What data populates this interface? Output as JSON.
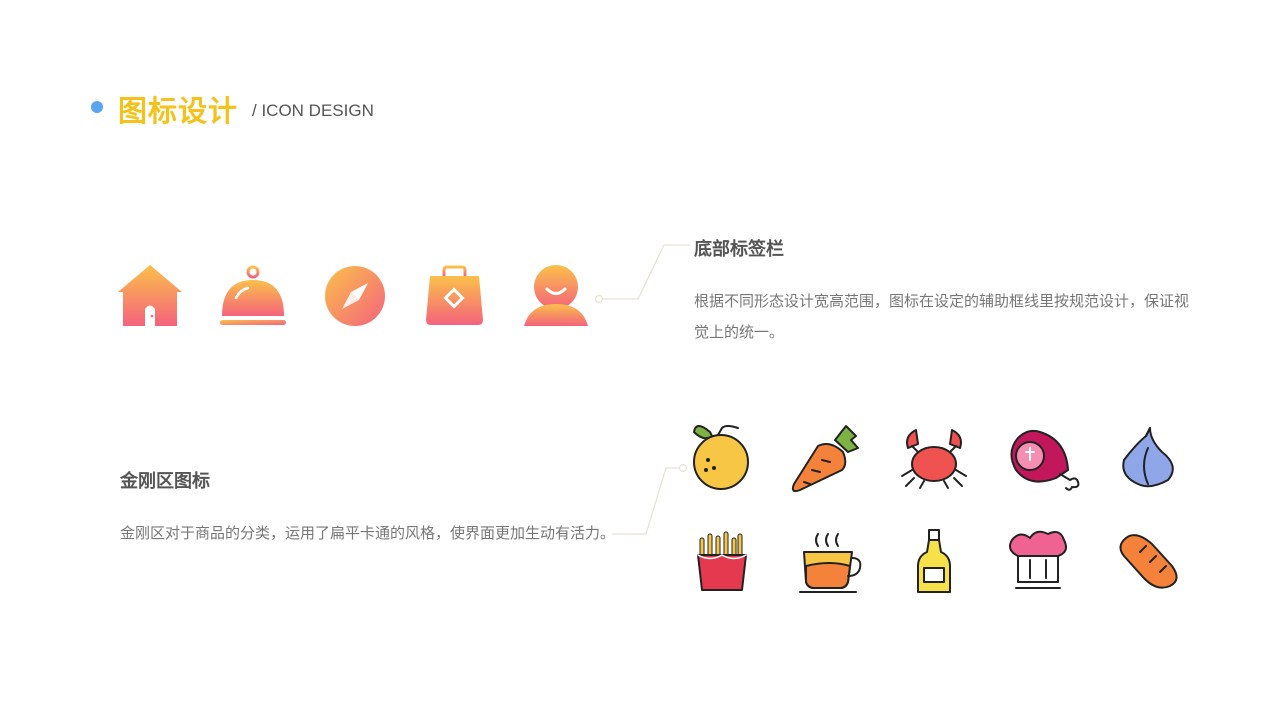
{
  "header": {
    "title": "图标设计",
    "subtitle": "/ ICON DESIGN"
  },
  "tabbar_section": {
    "title": "底部标签栏",
    "description": "根据不同形态设计宽高范围，图标在设定的辅助框线里按规范设计，保证视觉上的统一。",
    "icons": [
      "home-icon",
      "food-cover-icon",
      "compass-icon",
      "shopping-bag-icon",
      "user-icon"
    ]
  },
  "kingkong_section": {
    "title": "金刚区图标",
    "description": "金刚区对于商品的分类，运用了扁平卡通的风格，使界面更加生动有活力。",
    "icons": [
      "orange-icon",
      "carrot-icon",
      "crab-icon",
      "ham-icon",
      "garlic-icon",
      "fries-icon",
      "coffee-cup-icon",
      "bottle-icon",
      "chef-hat-icon",
      "bread-icon"
    ]
  },
  "colors": {
    "accent_yellow": "#f4c21b",
    "dot_blue": "#5aa5f0",
    "gradient_start": "#fbc04a",
    "gradient_end": "#f4637d",
    "text_dark": "#555555",
    "text_body": "#777777",
    "connector": "#e6e2d4"
  }
}
